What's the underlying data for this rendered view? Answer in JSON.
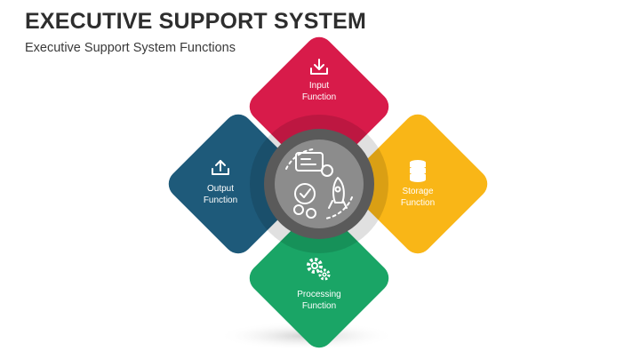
{
  "header": {
    "title": "EXECUTIVE SUPPORT SYSTEM",
    "subtitle": "Executive Support System Functions"
  },
  "functions": {
    "input": {
      "line1": "Input",
      "line2": "Function",
      "color": "#d81b4a",
      "icon": "download-tray-icon"
    },
    "storage": {
      "line1": "Storage",
      "line2": "Function",
      "color": "#f9b617",
      "icon": "database-icon"
    },
    "processing": {
      "line1": "Processing",
      "line2": "Function",
      "color": "#1aa566",
      "icon": "gears-icon"
    },
    "output": {
      "line1": "Output",
      "line2": "Function",
      "color": "#1e5a7a",
      "icon": "upload-tray-icon"
    }
  },
  "center": {
    "icon": "executive-system-icon",
    "ring_color": "#5a5a5a",
    "core_color": "#8c8c8c"
  }
}
